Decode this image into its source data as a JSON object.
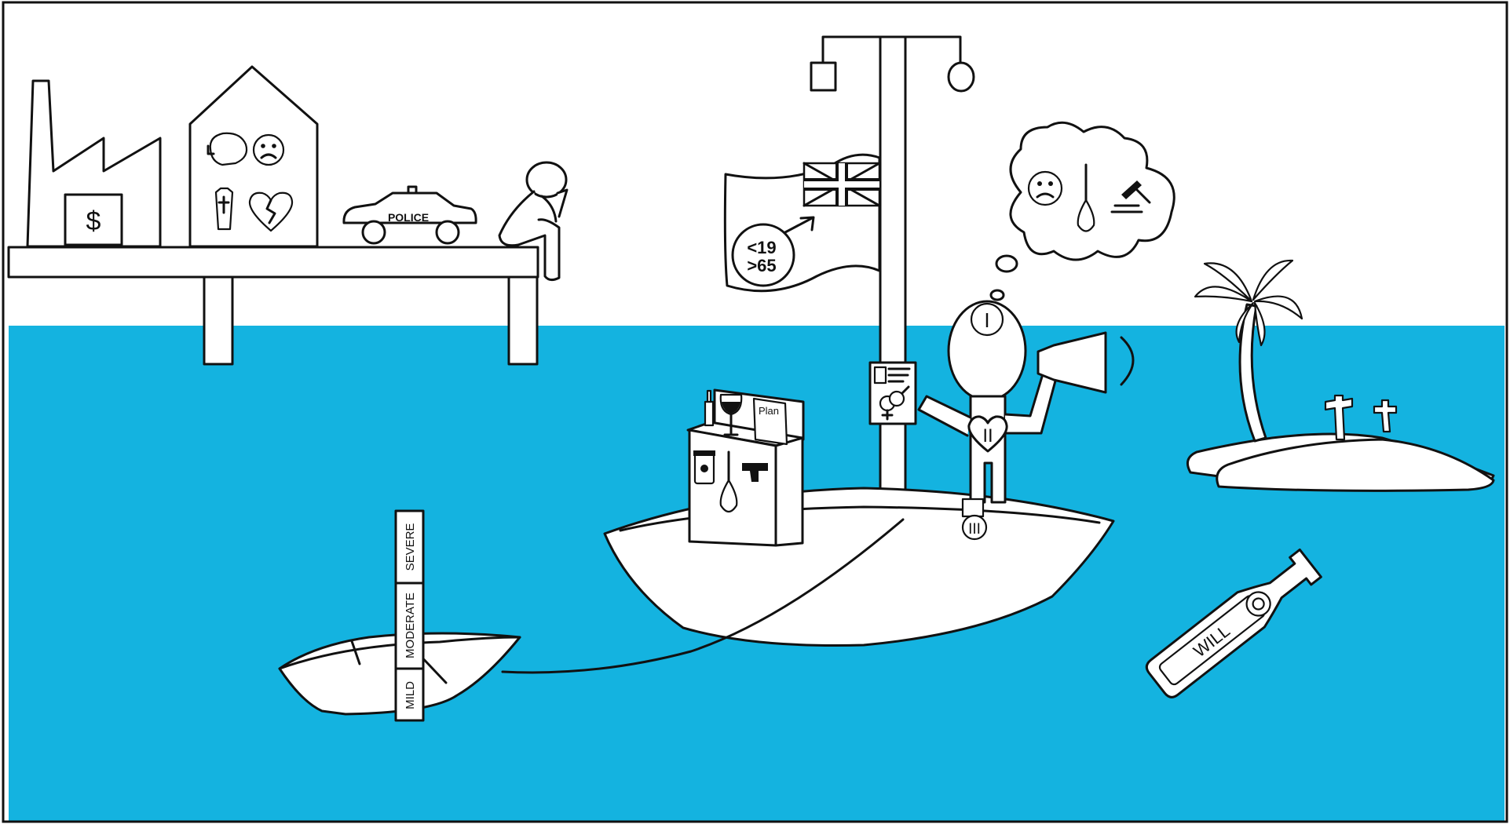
{
  "colors": {
    "sea": "#14b3e0",
    "ink": "#111111",
    "paper": "#ffffff"
  },
  "factory": {
    "sign": "$"
  },
  "police_car": {
    "label": "POLICE"
  },
  "flag": {
    "age_line1": "<19",
    "age_line2": ">65"
  },
  "box": {
    "plan_label": "Plan"
  },
  "figure": {
    "head_numeral": "I",
    "heart_numeral": "II",
    "leg_numeral": "III"
  },
  "severity_scale": {
    "levels": [
      "MILD",
      "MODERATE",
      "SEVERE"
    ]
  },
  "bottle": {
    "label": "WILL"
  },
  "icons": {
    "house": [
      "boxing-glove-icon",
      "sad-face-icon",
      "coffin-icon",
      "broken-heart-icon"
    ],
    "thought": [
      "sad-face-icon",
      "noose-icon",
      "gavel-icon"
    ],
    "box": [
      "wine-glass-icon",
      "bottle-icon",
      "pill-bottle-icon",
      "noose-icon",
      "pistol-icon"
    ],
    "pole_card": [
      "id-card-icon",
      "gender-symbols-icon"
    ]
  }
}
